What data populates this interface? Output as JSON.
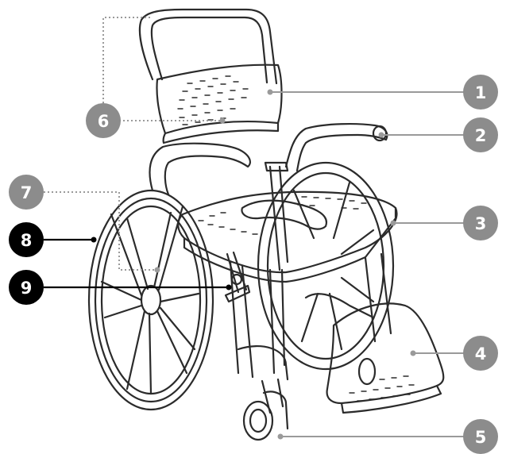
{
  "colors": {
    "line": "#2b2b2b",
    "gray_callout": "#8c8c8c",
    "gray_leader": "#9a9a9a",
    "black_callout": "#000000",
    "callout_text": "#ffffff"
  },
  "callouts": [
    {
      "id": "1",
      "label": "1",
      "style": "gray",
      "leader": "solid"
    },
    {
      "id": "2",
      "label": "2",
      "style": "gray",
      "leader": "solid"
    },
    {
      "id": "3",
      "label": "3",
      "style": "gray",
      "leader": "solid"
    },
    {
      "id": "4",
      "label": "4",
      "style": "gray",
      "leader": "solid"
    },
    {
      "id": "5",
      "label": "5",
      "style": "gray",
      "leader": "solid"
    },
    {
      "id": "6",
      "label": "6",
      "style": "gray",
      "leader": "dotted"
    },
    {
      "id": "7",
      "label": "7",
      "style": "gray",
      "leader": "dotted"
    },
    {
      "id": "8",
      "label": "8",
      "style": "black",
      "leader": "solid"
    },
    {
      "id": "9",
      "label": "9",
      "style": "black",
      "leader": "solid"
    }
  ]
}
